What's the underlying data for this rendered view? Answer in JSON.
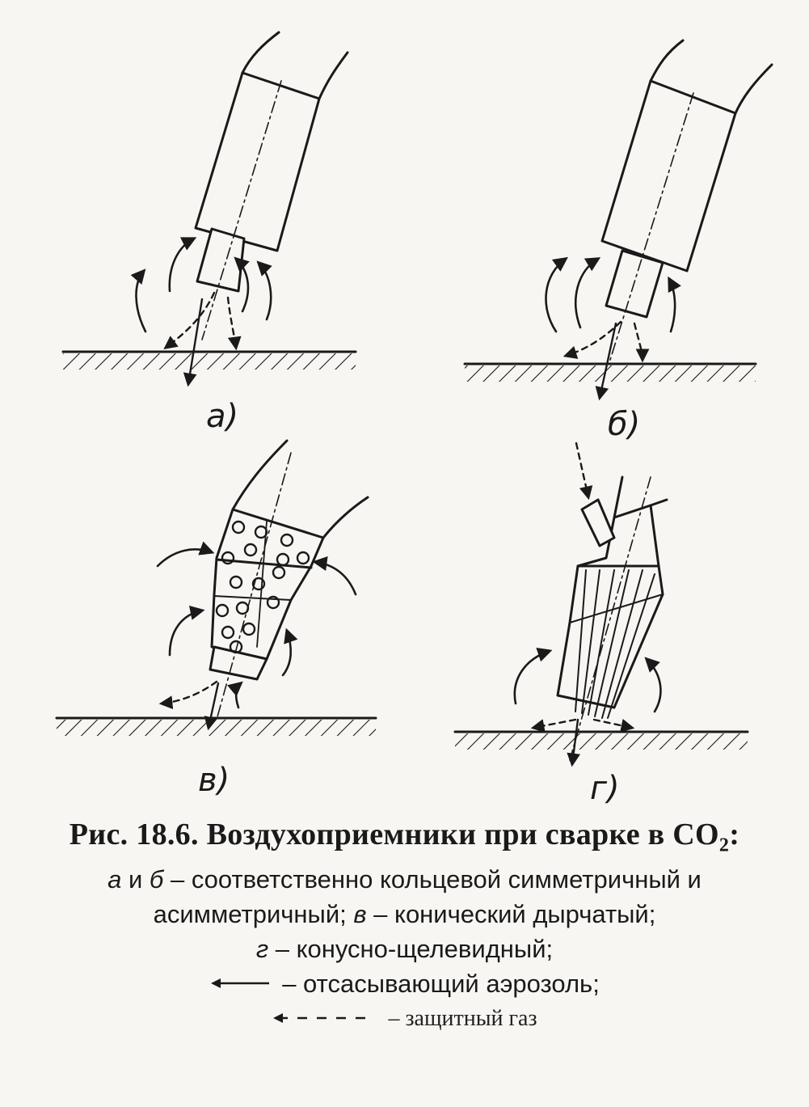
{
  "figure": {
    "panels": [
      {
        "id": "a",
        "label": "а)"
      },
      {
        "id": "b",
        "label": "б)"
      },
      {
        "id": "v",
        "label": "в)"
      },
      {
        "id": "g",
        "label": "г)"
      }
    ]
  },
  "caption": {
    "title_main": "Рис. 18.6. Воздухоприемники при сварке в СО",
    "title_sub": "2",
    "title_end": ":",
    "line1_a": "а",
    "line1_and": " и ",
    "line1_b": "б",
    "line1_rest": " – соответственно кольцевой симметричный и",
    "line2_start": "асимметричный; ",
    "line2_v": "в",
    "line2_rest": " – конический дырчатый;",
    "line3_g": "г",
    "line3_rest": " – конусно-щелевидный;",
    "legend_aerosol": "– отсасывающий аэрозоль;",
    "legend_gas": "– защитный газ"
  },
  "colors": {
    "ink": "#1a1a1a",
    "paper": "#f7f6f3"
  }
}
